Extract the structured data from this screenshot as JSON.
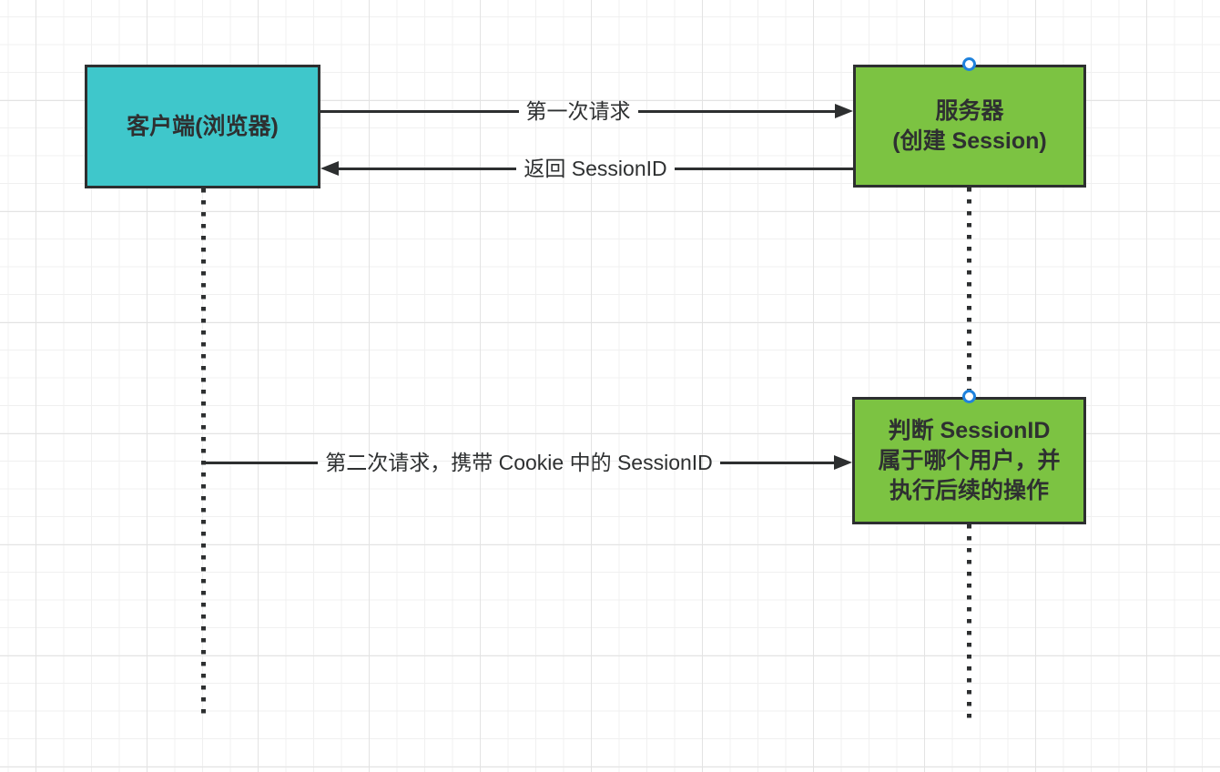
{
  "colors": {
    "client-fill": "#3fc7cb",
    "server-fill": "#7cc342",
    "stroke": "#2d2f30",
    "text": "#2e3031",
    "handle": "#1f82dd",
    "canvas-bg": "#ffffff",
    "grid-minor": "#f0f0f0",
    "grid-major": "#e3e3e3"
  },
  "diagram": {
    "boxes": [
      {
        "name": "client",
        "lines": [
          "客户端(浏览器)"
        ]
      },
      {
        "name": "server",
        "lines": [
          "服务器",
          "(创建 Session)"
        ]
      },
      {
        "name": "session-check",
        "lines": [
          "判断 SessionID",
          "属于哪个用户，并",
          "执行后续的操作"
        ]
      }
    ],
    "arrows": [
      {
        "name": "first-request",
        "label": "第一次请求",
        "direction": "right"
      },
      {
        "name": "return-sessionid",
        "label": "返回 SessionID",
        "direction": "left"
      },
      {
        "name": "second-request",
        "label": "第二次请求，携带 Cookie 中的 SessionID",
        "direction": "right"
      }
    ],
    "connection_points": [
      "server-box-top",
      "session-check-box-top"
    ]
  }
}
